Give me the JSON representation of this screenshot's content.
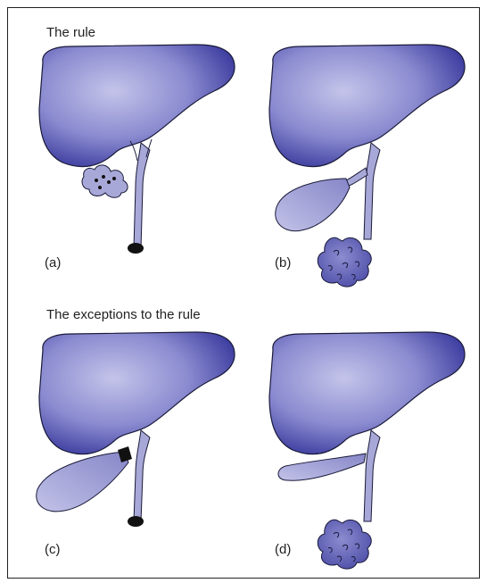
{
  "headings": {
    "rule": "The rule",
    "exceptions": "The exceptions to the rule"
  },
  "panels": [
    {
      "id": "a",
      "label": "(a)"
    },
    {
      "id": "b",
      "label": "(b)"
    },
    {
      "id": "c",
      "label": "(c)"
    },
    {
      "id": "d",
      "label": "(d)"
    }
  ],
  "colors": {
    "liver_dark": "#3a3a9c",
    "liver_light": "#b3b3e2",
    "duct": "#a8a8d8",
    "outline": "#1a1a3a",
    "stone": "#111111"
  }
}
